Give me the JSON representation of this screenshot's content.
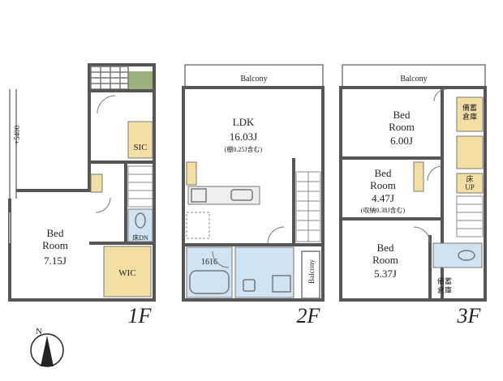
{
  "floors": {
    "f1": {
      "label": "1F",
      "rooms": {
        "bedroom_name": "Bed\nRoom",
        "bedroom_size": "7.15J",
        "wic": "WIC",
        "sic": "SIC",
        "storage": "床DN"
      },
      "dimension": "+5400"
    },
    "f2": {
      "label": "2F",
      "rooms": {
        "balcony": "Balcony",
        "ldk": "LDK",
        "ldk_size": "16.03J",
        "ldk_note": "(棚0.25J含む)",
        "bath": "1616",
        "balcony_side": "Balcony"
      }
    },
    "f3": {
      "label": "3F",
      "rooms": {
        "balcony": "Balcony",
        "bed1_name": "Bed\nRoom",
        "bed1_size": "6.00J",
        "bed2_name": "Bed\nRoom",
        "bed2_size": "4.47J",
        "bed2_note": "(収納0.38J含む)",
        "bed3_name": "Bed\nRoom",
        "bed3_size": "5.37J",
        "storage1": "備蓄\n倉庫",
        "storage2": "備蓄\n倉庫",
        "floor_up": "床\nUP"
      }
    }
  },
  "compass": "N",
  "colors": {
    "wall": "#555555",
    "wood": "#f3dfa3",
    "water": "#cfe3f3",
    "greenery": "#9bb17c"
  }
}
